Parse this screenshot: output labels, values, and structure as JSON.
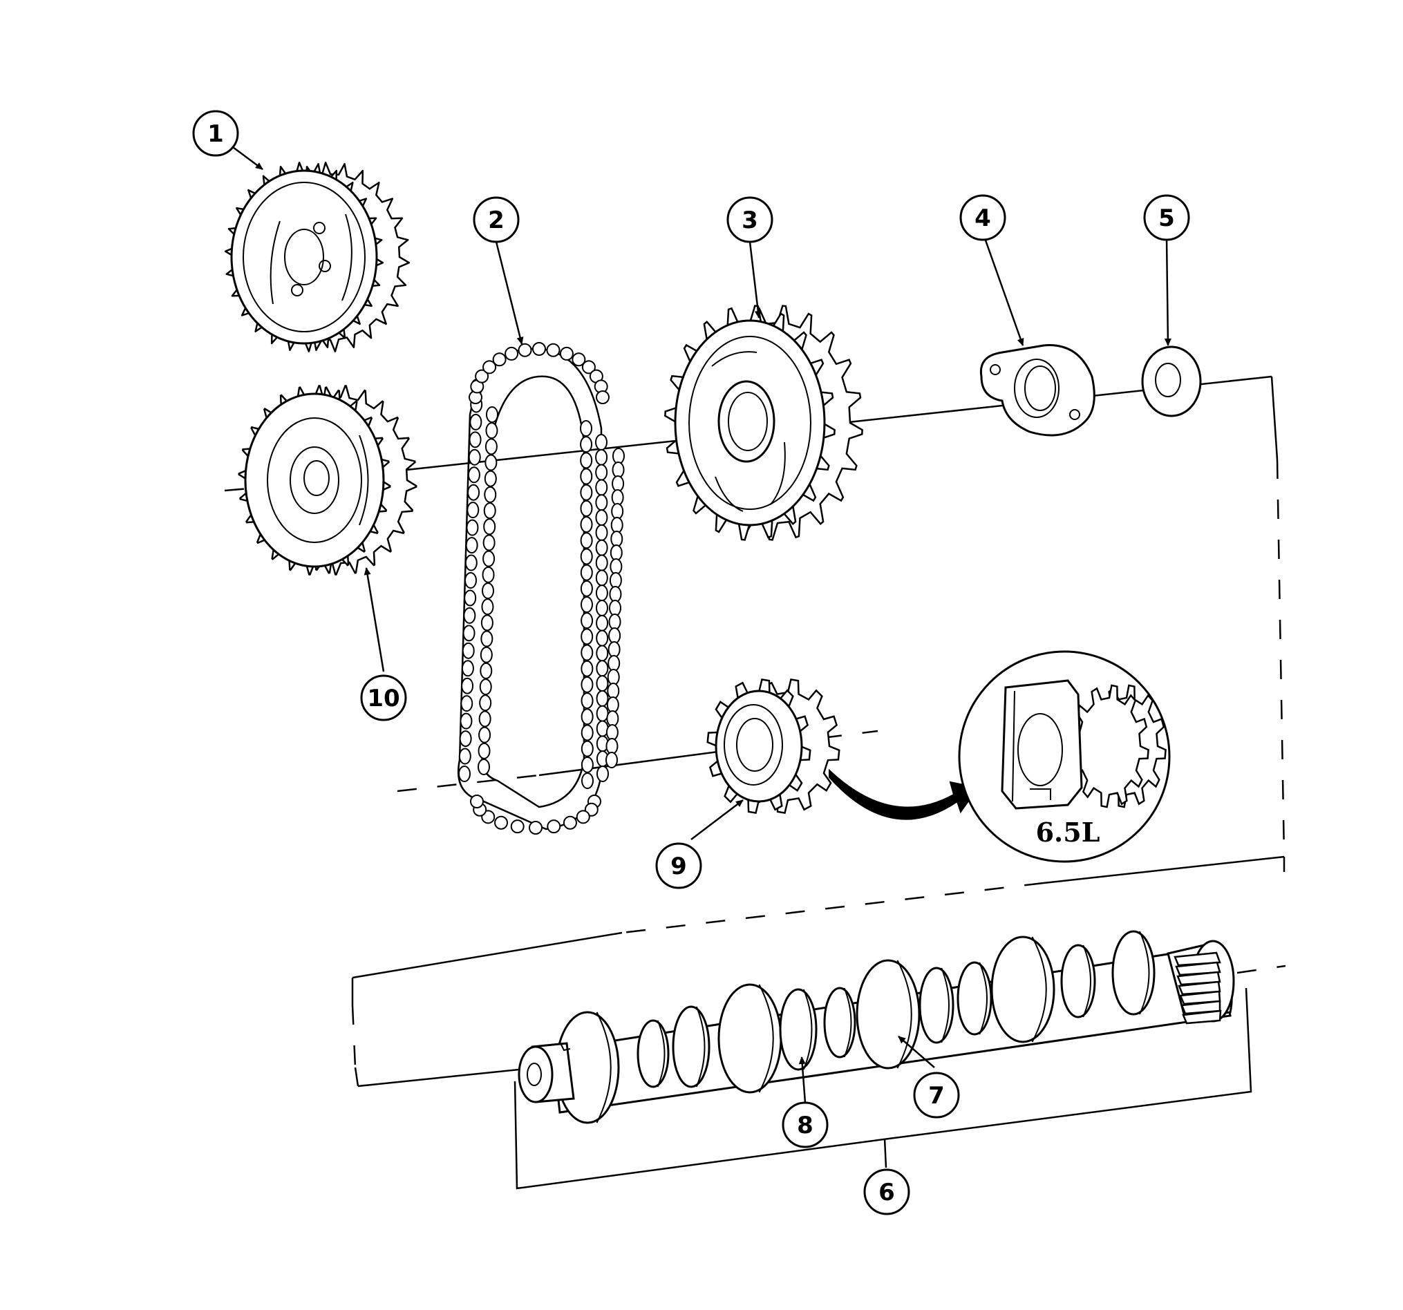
{
  "callouts": [
    "1",
    "2",
    "3",
    "4",
    "5",
    "6",
    "7",
    "8",
    "9",
    "10"
  ],
  "inset_label": "6.5L"
}
